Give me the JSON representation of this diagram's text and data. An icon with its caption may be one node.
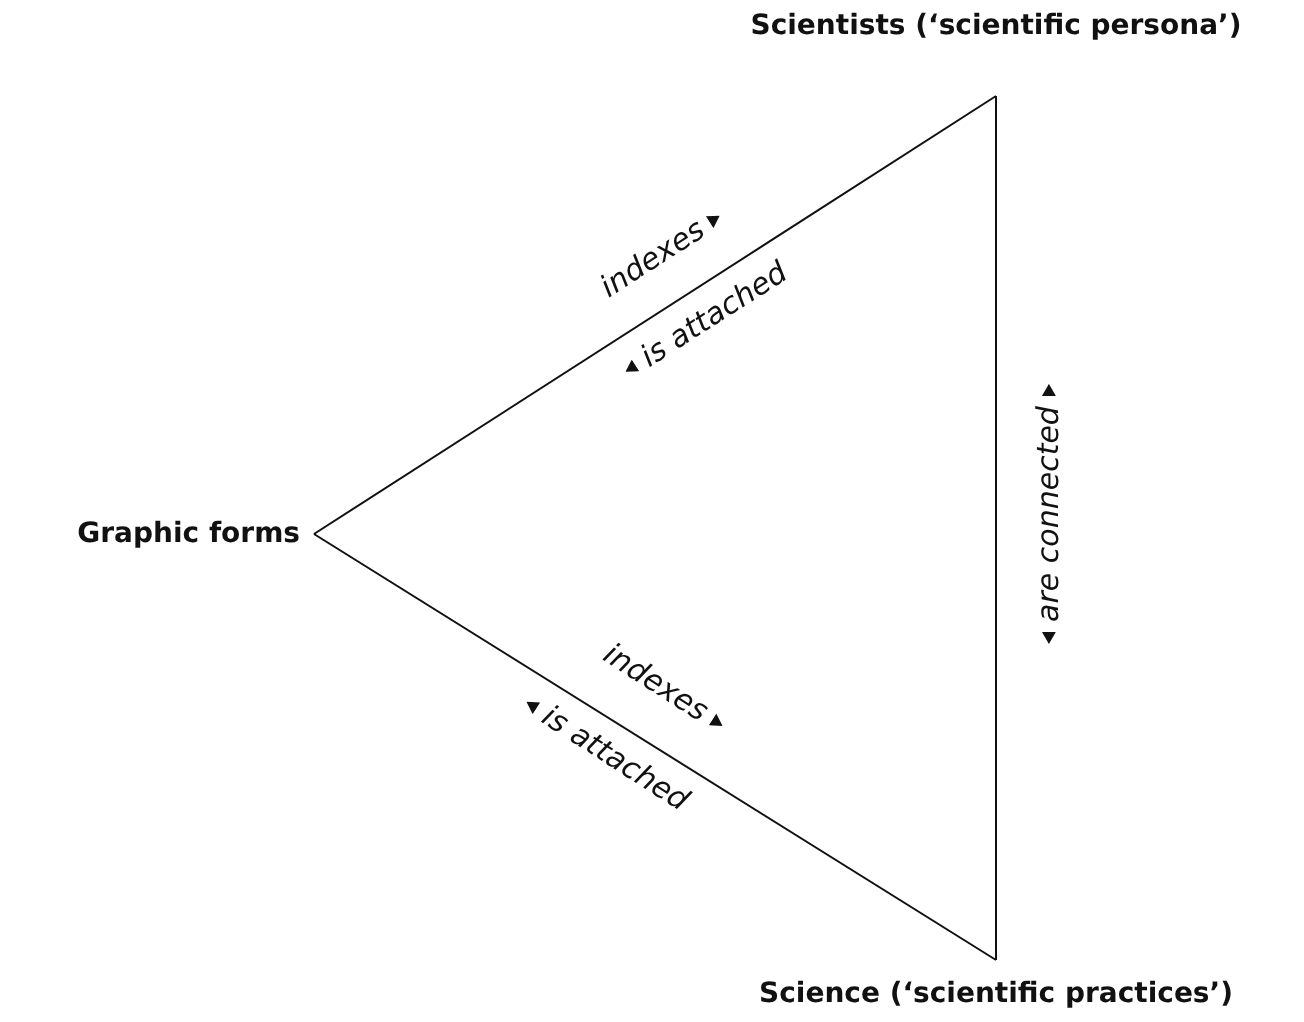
{
  "diagram": {
    "nodes": [
      {
        "text": [
          "Scientists (‘scientific persona’)"
        ]
      },
      {
        "text": [
          "Graphic forms"
        ]
      },
      {
        "text": [
          "Science (‘scientific practices’)"
        ]
      }
    ],
    "edges": [
      {
        "from": 1,
        "to": 0,
        "arrow": "none"
      },
      {
        "from": 1,
        "to": 2,
        "arrow": "none"
      },
      {
        "from": 0,
        "to": 2,
        "arrow": "none"
      }
    ],
    "labels": [
      "indexes",
      "is attached",
      "are connected",
      "indexes",
      "is attached"
    ]
  }
}
